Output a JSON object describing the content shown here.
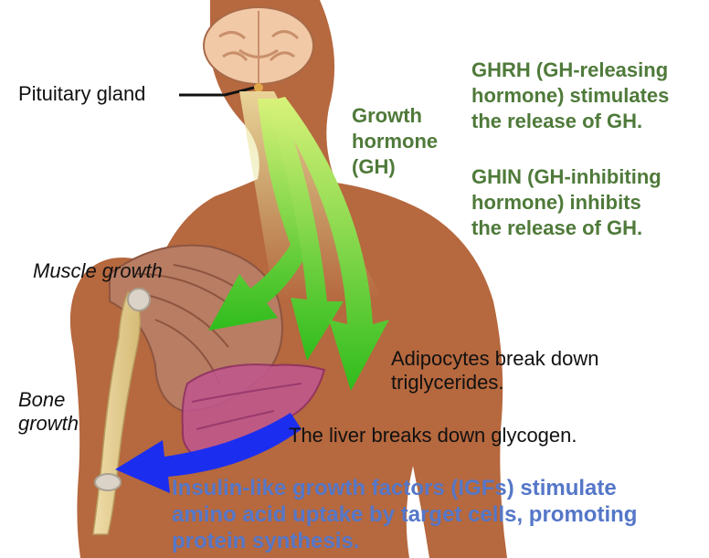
{
  "labels": {
    "pituitary": "Pituitary gland",
    "growth_hormone": "Growth\nhormone\n(GH)",
    "ghrh": "GHRH (GH-releasing\nhormone) stimulates\nthe release of GH.",
    "ghin": "GHIN (GH-inhibiting\nhormone) inhibits\nthe release of GH.",
    "muscle": "Muscle growth",
    "bone": "Bone\ngrowth",
    "adipocytes": "Adipocytes break down\ntriglycerides.",
    "liver": "The liver breaks down glycogen.",
    "igf": "Insulin-like growth factors (IGFs) stimulate\namino acid uptake by target cells, promoting\nprotein synthesis."
  },
  "colors": {
    "body": "#b6683e",
    "brain": "#f1c9a6",
    "muscle": "#b87d63",
    "bone": "#e8d59a",
    "liver": "#c0578d",
    "gh_arrow": "#3fbf24",
    "igf_arrow": "#1b2ef0",
    "green_text": "#4f7a3a",
    "blue_text": "#5577c8"
  }
}
